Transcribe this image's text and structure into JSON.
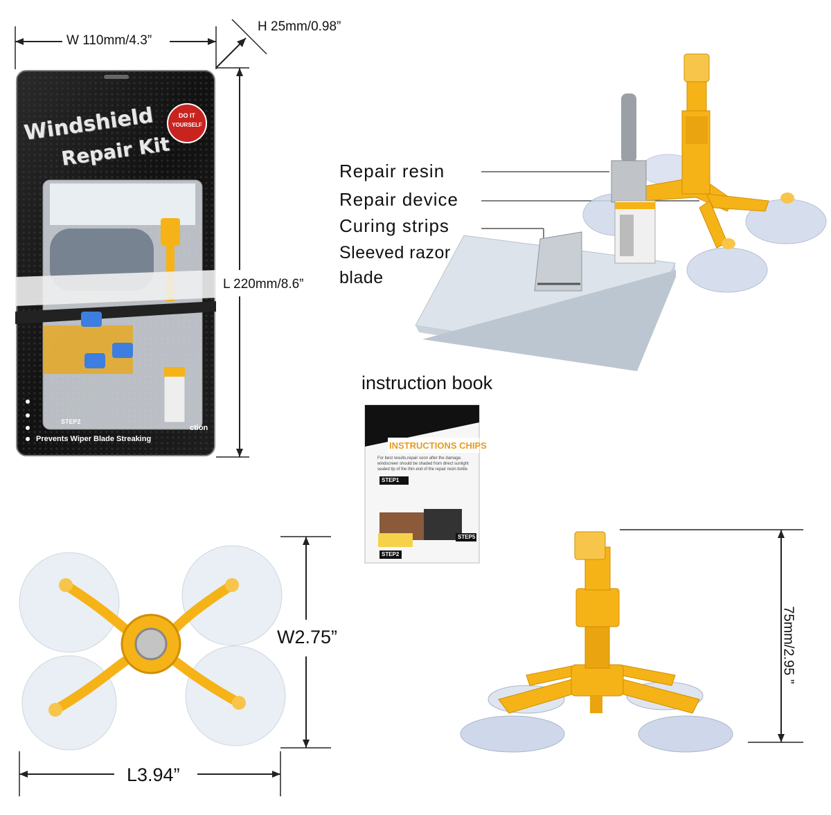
{
  "dimensions": {
    "width_label": "W 110mm/4.3”",
    "height_label": "H 25mm/0.98”",
    "length_label": "L 220mm/8.6”",
    "device_height_label": "75mm/2.95 ”",
    "base_width_label": "W2.75”",
    "base_length_label": "L3.94”"
  },
  "package": {
    "title_line1": "Windshield",
    "title_line2": "Repair Kit",
    "badge_line1": "DO IT",
    "badge_line2": "YOURSELF",
    "bullet_last": "Prevents Wiper Blade Streaking",
    "step_label": "STEP2",
    "fragment_text": "ction"
  },
  "callouts": {
    "resin": "Repair resin",
    "device": "Repair device",
    "strips": "Curing strips",
    "blade_line1": "Sleeved razor",
    "blade_line2": "blade"
  },
  "instruction_book": {
    "caption": "instruction book",
    "heading": "INSTRUCTIONS CHIPS",
    "intro": "For best results,repair soon after the damage. windscreen should be shaded from direct sunlight sealed tip of the thin end of the repair resin bottle",
    "step1": "STEP1",
    "step5": "STEP5",
    "step2": "STEP2"
  },
  "colors": {
    "accent_yellow": "#f5b318",
    "package_black": "#151515",
    "badge_red": "#c8231e",
    "suction_blue": "#cfd8ea"
  }
}
